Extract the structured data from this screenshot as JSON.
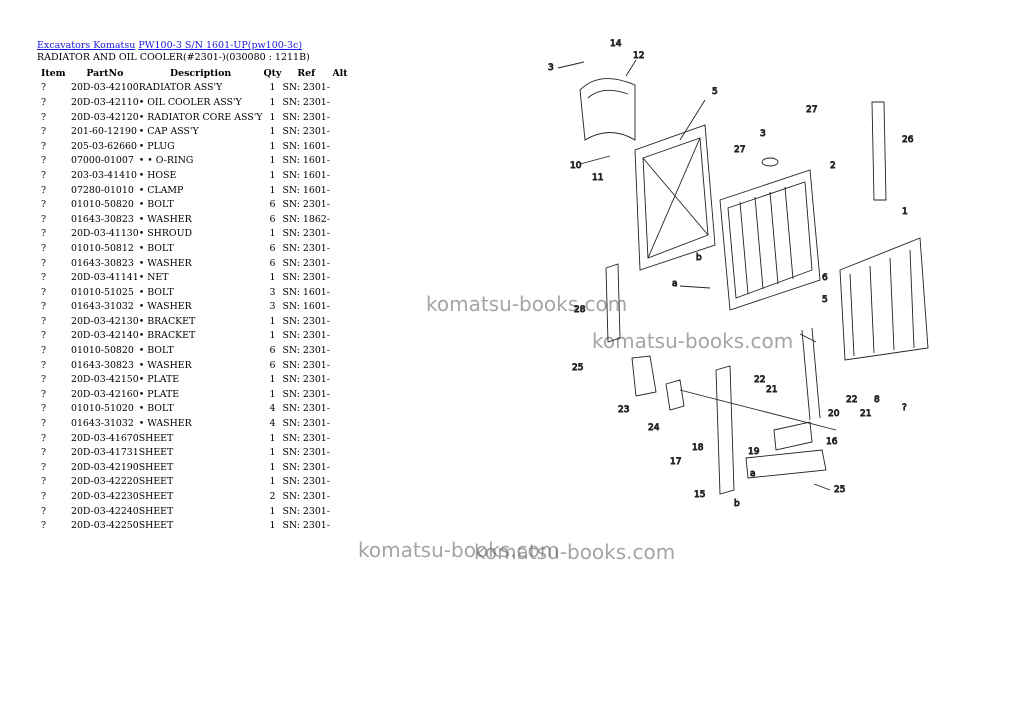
{
  "breadcrumb": {
    "link1": "Excavators Komatsu",
    "link2": "PW100-3 S/N 1601-UP(pw100-3c)"
  },
  "subtitle": "RADIATOR AND OIL COOLER(#2301-)(030080 : 1211B)",
  "table": {
    "headers": {
      "item": "Item",
      "partno": "PartNo",
      "description": "Description",
      "qty": "Qty",
      "ref": "Ref",
      "alt": "Alt"
    },
    "rows": [
      {
        "item": "?",
        "partno": "20D-03-42100",
        "description": "RADIATOR ASS'Y",
        "qty": "1",
        "ref": "SN: 2301-"
      },
      {
        "item": "?",
        "partno": "20D-03-42110",
        "description": "• OIL COOLER ASS'Y",
        "qty": "1",
        "ref": "SN: 2301-"
      },
      {
        "item": "?",
        "partno": "20D-03-42120",
        "description": "• RADIATOR CORE ASS'Y",
        "qty": "1",
        "ref": "SN: 2301-"
      },
      {
        "item": "?",
        "partno": "201-60-12190",
        "description": "• CAP ASS'Y",
        "qty": "1",
        "ref": "SN: 2301-"
      },
      {
        "item": "?",
        "partno": "205-03-62660",
        "description": "• PLUG",
        "qty": "1",
        "ref": "SN: 1601-"
      },
      {
        "item": "?",
        "partno": "07000-01007",
        "description": "• • O-RING",
        "qty": "1",
        "ref": "SN: 1601-"
      },
      {
        "item": "?",
        "partno": "203-03-41410",
        "description": "• HOSE",
        "qty": "1",
        "ref": "SN: 1601-"
      },
      {
        "item": "?",
        "partno": "07280-01010",
        "description": "• CLAMP",
        "qty": "1",
        "ref": "SN: 1601-"
      },
      {
        "item": "?",
        "partno": "01010-50820",
        "description": "• BOLT",
        "qty": "6",
        "ref": "SN: 2301-"
      },
      {
        "item": "?",
        "partno": "01643-30823",
        "description": "• WASHER",
        "qty": "6",
        "ref": "SN: 1862-"
      },
      {
        "item": "?",
        "partno": "20D-03-41130",
        "description": "• SHROUD",
        "qty": "1",
        "ref": "SN: 2301-"
      },
      {
        "item": "?",
        "partno": "01010-50812",
        "description": "• BOLT",
        "qty": "6",
        "ref": "SN: 2301-"
      },
      {
        "item": "?",
        "partno": "01643-30823",
        "description": "• WASHER",
        "qty": "6",
        "ref": "SN: 2301-"
      },
      {
        "item": "?",
        "partno": "20D-03-41141",
        "description": "• NET",
        "qty": "1",
        "ref": "SN: 2301-"
      },
      {
        "item": "?",
        "partno": "01010-51025",
        "description": "• BOLT",
        "qty": "3",
        "ref": "SN: 1601-"
      },
      {
        "item": "?",
        "partno": "01643-31032",
        "description": "• WASHER",
        "qty": "3",
        "ref": "SN: 1601-"
      },
      {
        "item": "?",
        "partno": "20D-03-42130",
        "description": "• BRACKET",
        "qty": "1",
        "ref": "SN: 2301-"
      },
      {
        "item": "?",
        "partno": "20D-03-42140",
        "description": "• BRACKET",
        "qty": "1",
        "ref": "SN: 2301-"
      },
      {
        "item": "?",
        "partno": "01010-50820",
        "description": "• BOLT",
        "qty": "6",
        "ref": "SN: 2301-"
      },
      {
        "item": "?",
        "partno": "01643-30823",
        "description": "• WASHER",
        "qty": "6",
        "ref": "SN: 2301-"
      },
      {
        "item": "?",
        "partno": "20D-03-42150",
        "description": "• PLATE",
        "qty": "1",
        "ref": "SN: 2301-"
      },
      {
        "item": "?",
        "partno": "20D-03-42160",
        "description": "• PLATE",
        "qty": "1",
        "ref": "SN: 2301-"
      },
      {
        "item": "?",
        "partno": "01010-51020",
        "description": "• BOLT",
        "qty": "4",
        "ref": "SN: 2301-"
      },
      {
        "item": "?",
        "partno": "01643-31032",
        "description": "• WASHER",
        "qty": "4",
        "ref": "SN: 2301-"
      },
      {
        "item": "?",
        "partno": "20D-03-41670",
        "description": "SHEET",
        "qty": "1",
        "ref": "SN: 2301-"
      },
      {
        "item": "?",
        "partno": "20D-03-41731",
        "description": "SHEET",
        "qty": "1",
        "ref": "SN: 2301-"
      },
      {
        "item": "?",
        "partno": "20D-03-42190",
        "description": "SHEET",
        "qty": "1",
        "ref": "SN: 2301-"
      },
      {
        "item": "?",
        "partno": "20D-03-42220",
        "description": "SHEET",
        "qty": "1",
        "ref": "SN: 2301-"
      },
      {
        "item": "?",
        "partno": "20D-03-42230",
        "description": "SHEET",
        "qty": "2",
        "ref": "SN: 2301-"
      },
      {
        "item": "?",
        "partno": "20D-03-42240",
        "description": "SHEET",
        "qty": "1",
        "ref": "SN: 2301-"
      },
      {
        "item": "?",
        "partno": "20D-03-42250",
        "description": "SHEET",
        "qty": "1",
        "ref": "SN: 2301-"
      }
    ]
  },
  "watermarks": [
    "komatsu-books.com",
    "komatsu-books.com",
    "komatsu-books.com",
    "komatsu-books.com"
  ],
  "diagram": {
    "callouts": [
      "14",
      "12",
      "3",
      "5",
      "27",
      "26",
      "3",
      "27",
      "2",
      "10",
      "11",
      "1",
      "b",
      "6",
      "5",
      "a",
      "28",
      "25",
      "23",
      "24",
      "22",
      "21",
      "20",
      "22",
      "21",
      "8",
      "?",
      "17",
      "18",
      "19",
      "a",
      "16",
      "15",
      "25",
      "b"
    ]
  }
}
